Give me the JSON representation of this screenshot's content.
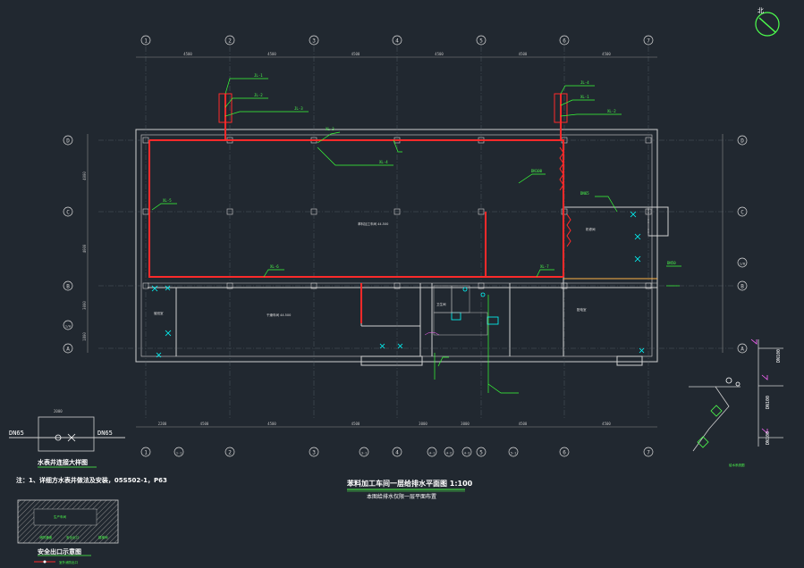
{
  "drawing": {
    "title": "苯料加工车间一层给排水平面图 1:100",
    "subtitle": "本图给排水仅限一层平面布置",
    "north_label": "北"
  },
  "grid": {
    "columns": [
      "1",
      "2",
      "3",
      "4",
      "5",
      "6",
      "7"
    ],
    "bottom_columns": [
      "1",
      "1-1",
      "2",
      "3",
      "3-1",
      "4",
      "4-1",
      "4-2",
      "4-3",
      "5",
      "5-1",
      "6",
      "7"
    ],
    "rows": [
      "D",
      "C",
      "B",
      "A"
    ],
    "row_extra": [
      "1/A",
      "1/B"
    ],
    "dims_top": [
      "4500",
      "4500",
      "4500",
      "4500",
      "4500",
      "4500"
    ],
    "dims_bottom": [
      "2200",
      "4500",
      "4500",
      "4500",
      "3000",
      "3000",
      "4500",
      "4500"
    ],
    "dims_side": [
      "4000",
      "4000",
      "3000",
      "1800"
    ]
  },
  "pipe_tags": [
    "JL-1",
    "JL-2",
    "JL-3",
    "JL-4",
    "XL-1",
    "XL-2",
    "XL-3",
    "XL-4",
    "XL-5",
    "XL-6",
    "XL-7",
    "DN100",
    "DN65",
    "DN50"
  ],
  "rooms": [
    {
      "label": "苯料加工车间  44.500"
    },
    {
      "label": "干燥车间  44.500"
    },
    {
      "label": "卫生间"
    },
    {
      "label": "机修间"
    },
    {
      "label": "配电室"
    },
    {
      "label": "值班室"
    }
  ],
  "detail_meter": {
    "title": "水表井连接大样图",
    "left_label": "DN65",
    "right_label": "DN65",
    "dim": "2000"
  },
  "notes": {
    "line1": "注：1、详细方水表井做法及安装，05S502-1，P63"
  },
  "detail_exit": {
    "title": "安全出口示意图",
    "legend": "生产车间",
    "sub1": "消防通道",
    "sub2": "安全出口",
    "sub3": "楼梯间",
    "legend_note": "室外消防出口"
  },
  "riser": {
    "label": "给水系统图",
    "tags": [
      "DN100",
      "DN100",
      "DN100"
    ]
  },
  "colors": {
    "background": "#212830",
    "wall": "#d0d0d0",
    "pipe_water": "#ff2a2a",
    "leader": "#38ff38",
    "fixture": "#00ffff",
    "axis": "#9aa0a6"
  }
}
